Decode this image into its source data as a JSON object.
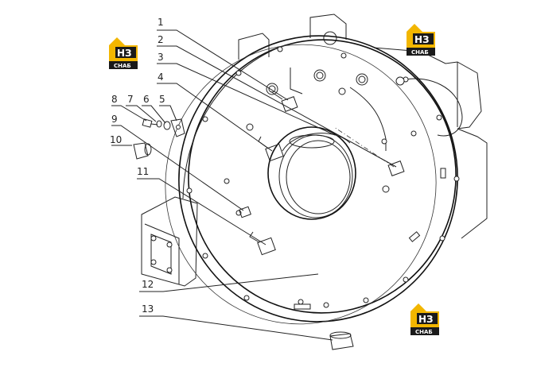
{
  "diagram": {
    "callouts": [
      "1",
      "2",
      "3",
      "4",
      "5",
      "6",
      "7",
      "8",
      "9",
      "10",
      "11",
      "12",
      "13"
    ]
  },
  "logo": {
    "top_text": "НЗ",
    "bottom_text": "CHAБ",
    "accent_color": "#f2b600",
    "dark_color": "#1a1a1a"
  }
}
